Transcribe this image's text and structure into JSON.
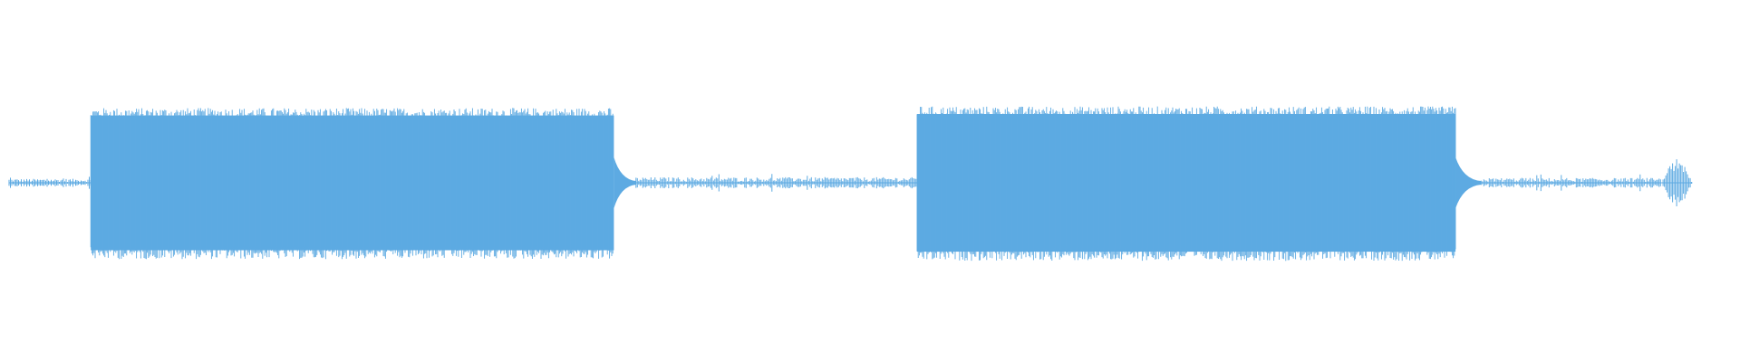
{
  "waveform": {
    "color": "#5DAAE2",
    "background": "#FFFFFF",
    "duration_fraction_start": 0.0,
    "duration_fraction_end": 1.0,
    "segments": [
      {
        "type": "noise",
        "start": 0.0,
        "end": 0.048,
        "amplitude": 0.05
      },
      {
        "type": "burst",
        "start": 0.048,
        "end": 0.355,
        "amplitude": 0.94
      },
      {
        "type": "tail",
        "start": 0.355,
        "end": 0.368,
        "amplitude": 0.2
      },
      {
        "type": "noise",
        "start": 0.368,
        "end": 0.533,
        "amplitude": 0.07
      },
      {
        "type": "burst",
        "start": 0.533,
        "end": 0.849,
        "amplitude": 0.96
      },
      {
        "type": "tail",
        "start": 0.849,
        "end": 0.864,
        "amplitude": 0.2
      },
      {
        "type": "noise",
        "start": 0.864,
        "end": 0.97,
        "amplitude": 0.06
      },
      {
        "type": "blip",
        "start": 0.97,
        "end": 0.988,
        "amplitude": 0.3
      }
    ]
  }
}
